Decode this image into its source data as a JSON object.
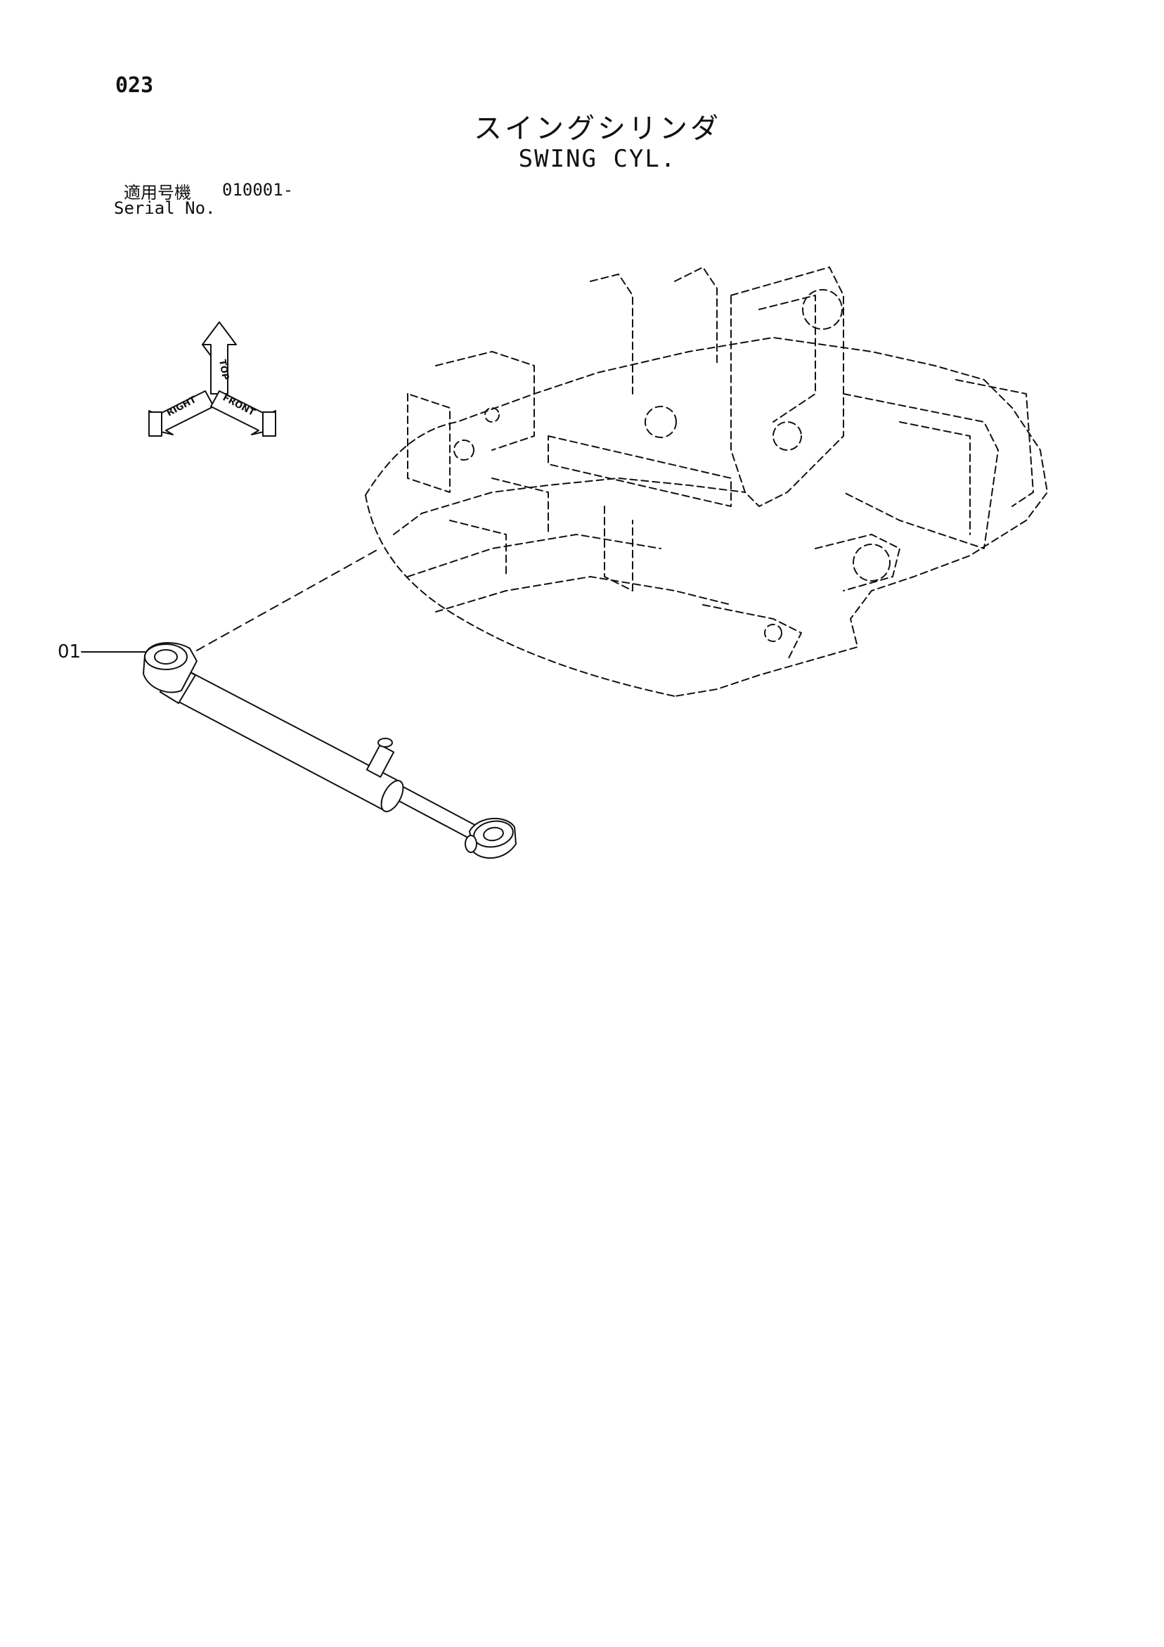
{
  "page": {
    "number": "023"
  },
  "title": {
    "japanese": "スイングシリンダ",
    "english": "SWING CYL."
  },
  "serial": {
    "label_jp": "適用号機",
    "value": "010001-",
    "label_en": "Serial No."
  },
  "orientation": {
    "top": "TOP",
    "right": "RIGHT",
    "front": "FRONT"
  },
  "parts": [
    {
      "number": "01"
    }
  ],
  "colors": {
    "line": "#111111",
    "background": "#ffffff"
  }
}
